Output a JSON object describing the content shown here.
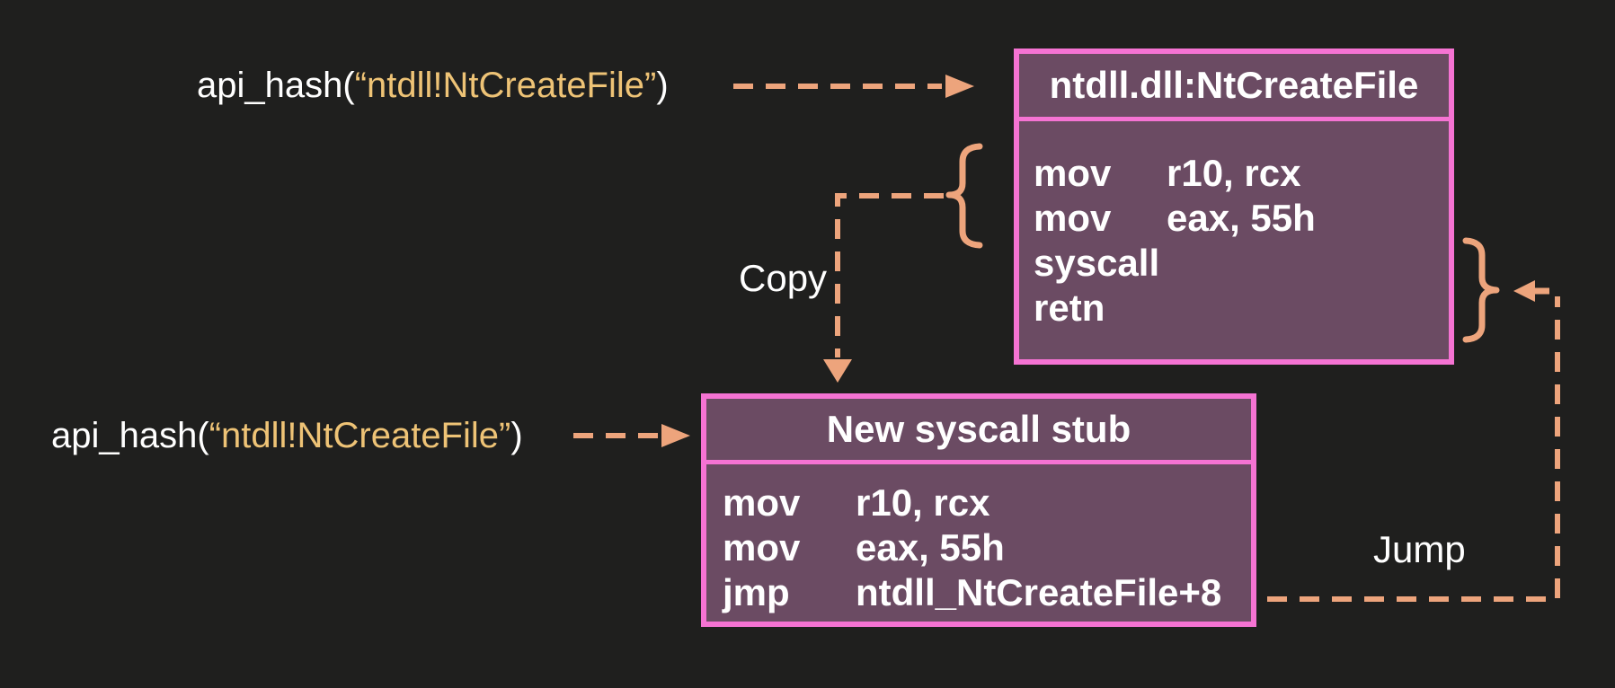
{
  "colors": {
    "background": "#1f1f1e",
    "box_fill": "#6b4b63",
    "box_border": "#f573d3",
    "arrow": "#eda47c",
    "string_text": "#eec376",
    "text": "#ffffff"
  },
  "labels": {
    "hash_call_top": {
      "prefix": "api_hash(",
      "string": "“ntdll!NtCreateFile”",
      "suffix": ")"
    },
    "hash_call_bottom": {
      "prefix": "api_hash(",
      "string": "“ntdll!NtCreateFile”",
      "suffix": ")"
    },
    "copy": "Copy",
    "jump": "Jump"
  },
  "boxes": {
    "ntdll": {
      "title": "ntdll.dll:NtCreateFile",
      "instructions": [
        {
          "mnemonic": "mov",
          "operands": "r10, rcx"
        },
        {
          "mnemonic": "mov",
          "operands": "eax, 55h"
        },
        {
          "mnemonic": "syscall",
          "operands": ""
        },
        {
          "mnemonic": "retn",
          "operands": ""
        }
      ]
    },
    "stub": {
      "title": "New syscall stub",
      "instructions": [
        {
          "mnemonic": "mov",
          "operands": "r10, rcx"
        },
        {
          "mnemonic": "mov",
          "operands": "eax, 55h"
        },
        {
          "mnemonic": "jmp",
          "operands": "ntdll_NtCreateFile+8"
        }
      ]
    }
  }
}
